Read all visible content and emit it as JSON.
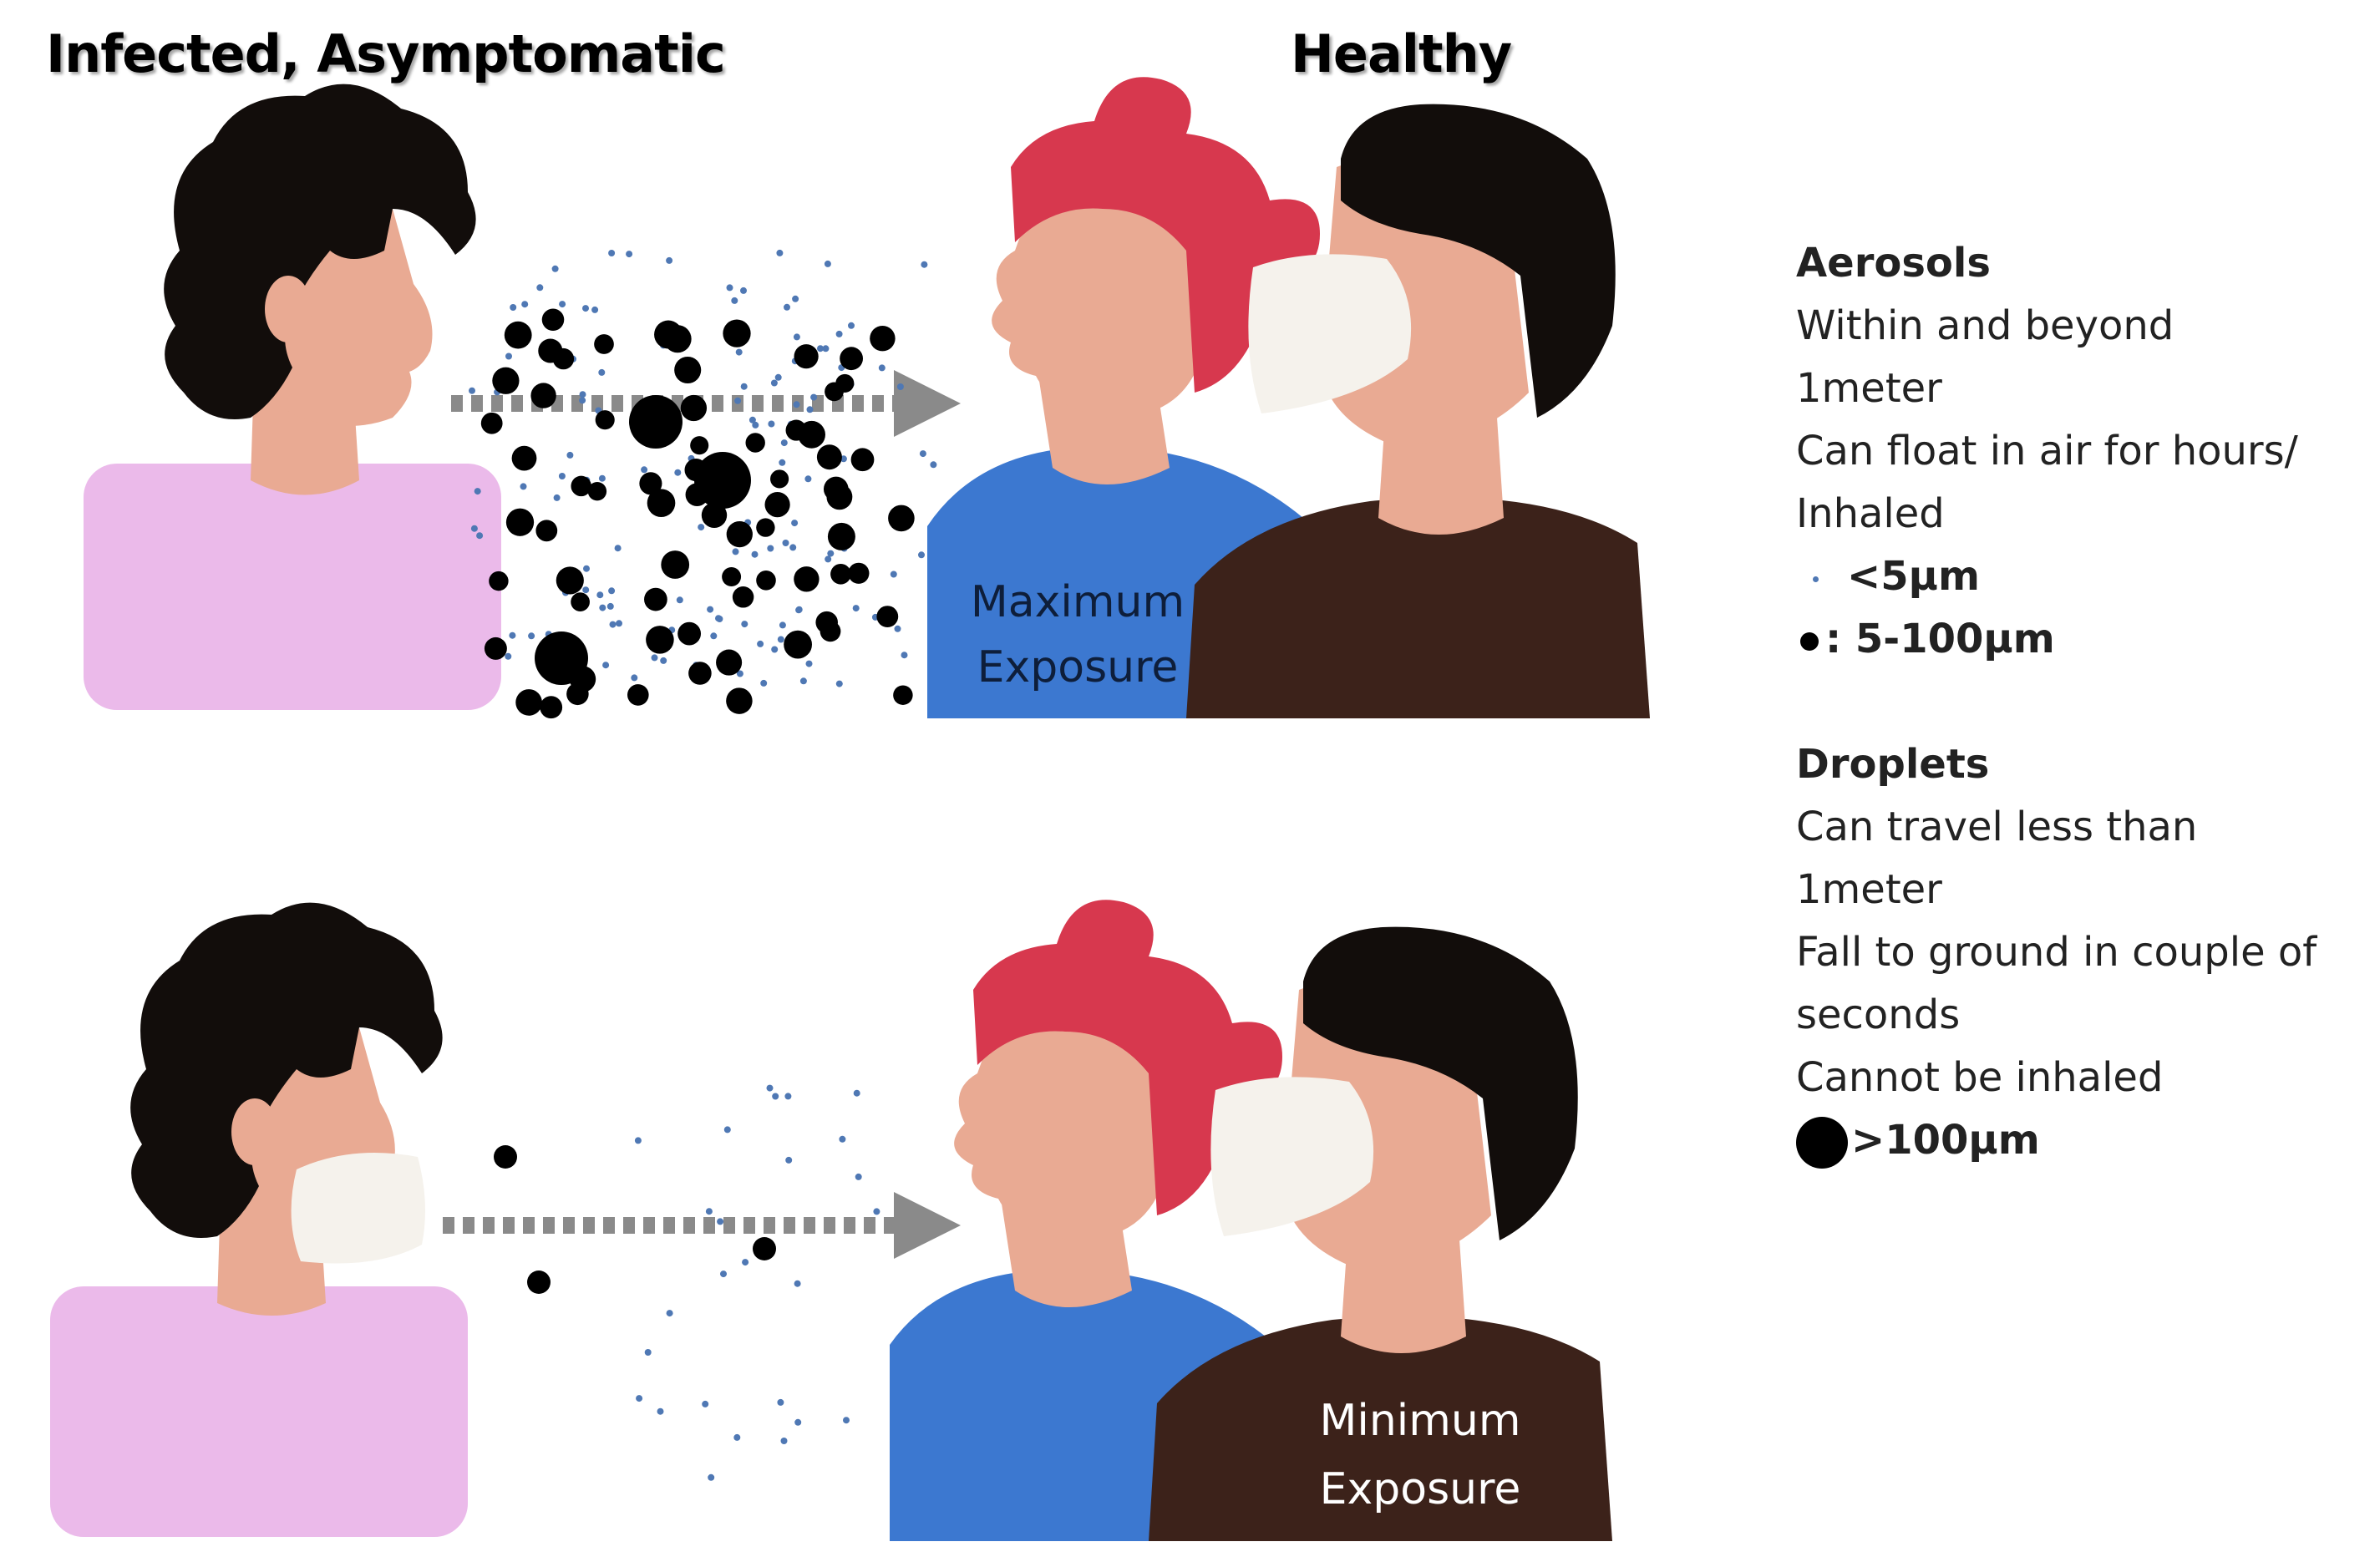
{
  "titles": {
    "infected": "Infected, Asymptomatic",
    "healthy": "Healthy"
  },
  "panels": {
    "top": {
      "exposure_line1": "Maximum",
      "exposure_line2": "Exposure"
    },
    "bottom": {
      "exposure_line1": "Minimum",
      "exposure_line2": "Exposure"
    }
  },
  "legend": {
    "aerosols": {
      "heading": "Aerosols",
      "lines": [
        "Within and beyond",
        "1meter",
        "Can float in air for hours/",
        "Inhaled"
      ],
      "small_label": "<5µm",
      "medium_label": ": 5-100µm"
    },
    "droplets": {
      "heading": "Droplets",
      "lines": [
        "Can travel less than",
        "1meter",
        "Fall to ground in couple of",
        "seconds",
        "Cannot be inhaled"
      ],
      "large_label": ">100µm"
    }
  },
  "colors": {
    "hair_dark": "#120d0b",
    "skin": "#e9aa93",
    "shirt_pink": "#ebbaea",
    "shirt_blue": "#3c78d0",
    "shirt_brown": "#3c221a",
    "hair_red": "#d7384e",
    "mask": "#f5f2ec",
    "aerosol_blue": "#4f78b4",
    "droplet_black": "#000000",
    "arrow_gray": "#8a8a8a"
  }
}
